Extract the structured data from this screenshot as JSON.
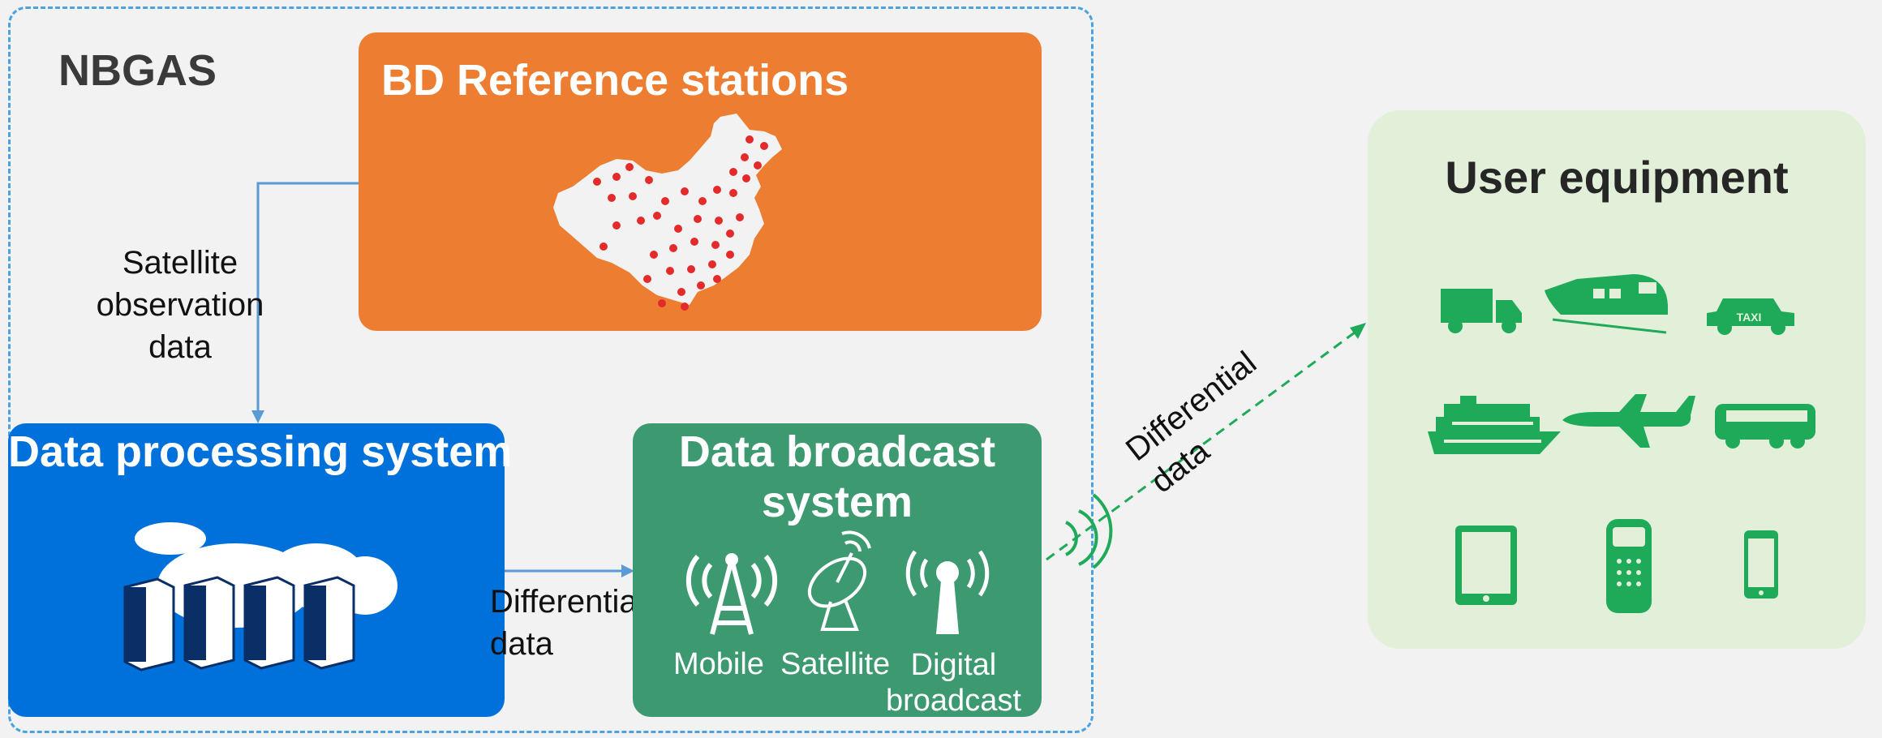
{
  "nbgas_label": "NBGAS",
  "reference": {
    "title": "BD Reference stations"
  },
  "processing": {
    "title": "Data processing system"
  },
  "broadcast": {
    "title_line1": "Data broadcast",
    "title_line2": "system",
    "mobile": "Mobile",
    "satellite": "Satellite",
    "digital_line1": "Digital",
    "digital_line2": "broadcast"
  },
  "user": {
    "title": "User equipment"
  },
  "arrows": {
    "obs_line1": "Satellite",
    "obs_line2": "observation",
    "obs_line3": "data",
    "diff1_line1": "Differential",
    "diff1_line2": "data",
    "diff2_line1": "Differential",
    "diff2_line2": "data"
  },
  "icons": [
    "china-map-icon",
    "cloud-server-icon",
    "mobile-tower-icon",
    "satellite-dish-icon",
    "broadcast-antenna-icon",
    "truck-icon",
    "train-icon",
    "taxi-icon",
    "ship-icon",
    "airplane-icon",
    "bus-icon",
    "tablet-icon",
    "gnss-receiver-icon",
    "smartphone-icon"
  ],
  "colors": {
    "orange": "#ed7d31",
    "blue": "#0071db",
    "green": "#3d9970",
    "user_bg": "#e2efd9",
    "icon_green": "#1faa59",
    "arrow_blue": "#5b9bd5",
    "dashed_green": "#1faa59"
  }
}
